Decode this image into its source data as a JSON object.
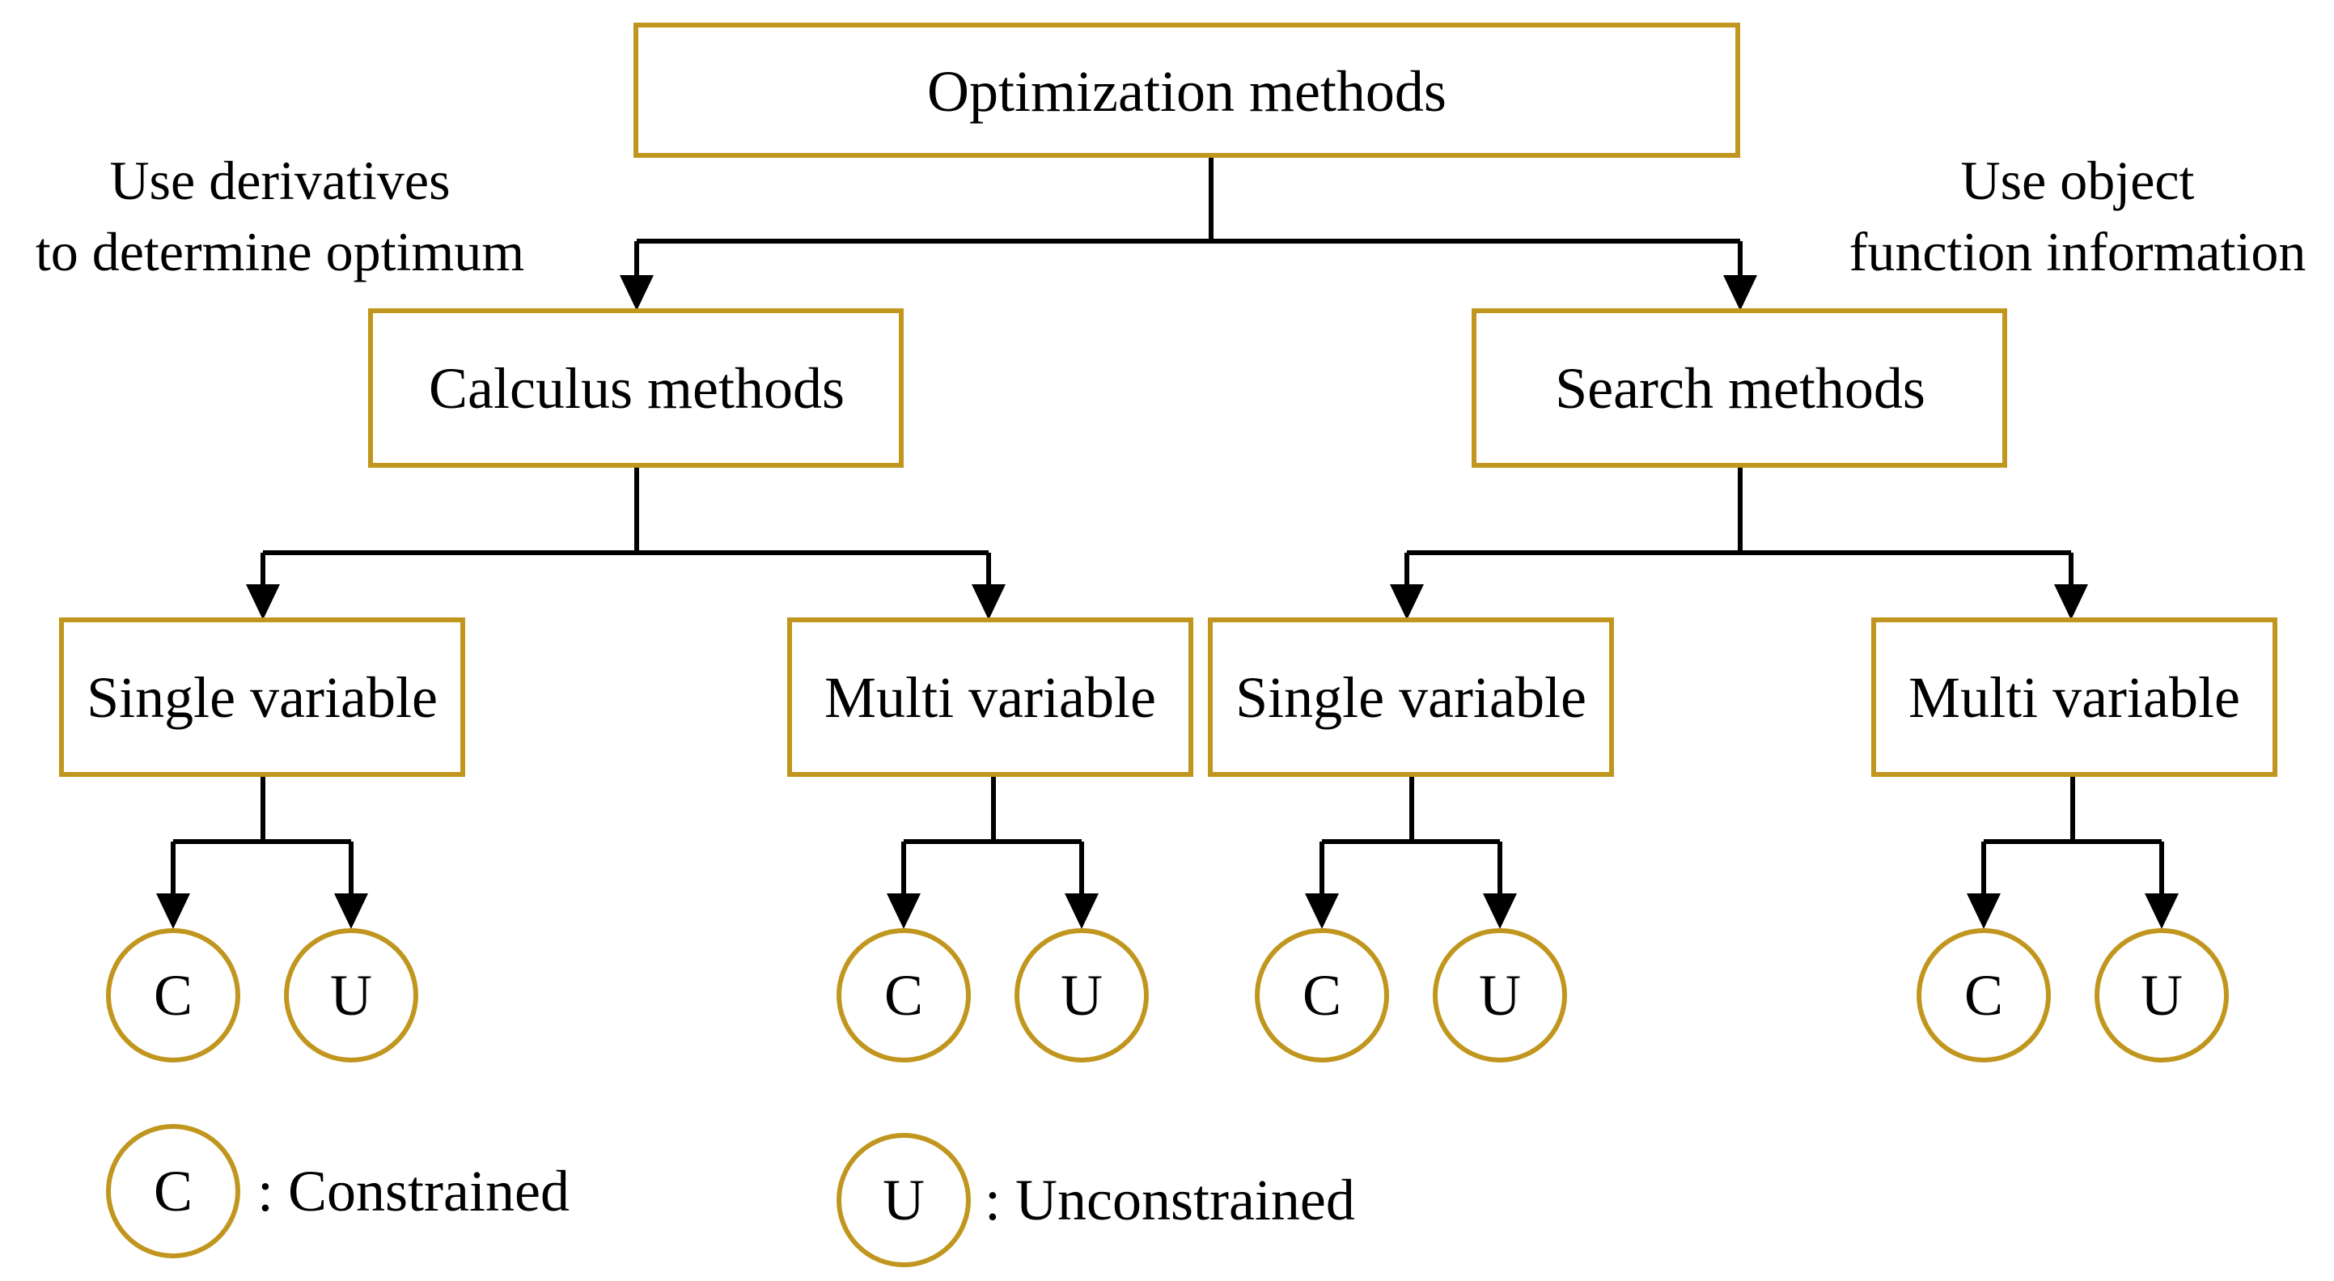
{
  "colors": {
    "box_border": "#C0961E",
    "connector": "#000000",
    "text": "#000000"
  },
  "root": {
    "label": "Optimization methods"
  },
  "branches": {
    "calculus": {
      "label": "Calculus methods",
      "annotation": [
        "Use derivatives",
        "to determine optimum"
      ],
      "children": {
        "single": {
          "label": "Single variable",
          "leaves": [
            "C",
            "U"
          ]
        },
        "multi": {
          "label": "Multi variable",
          "leaves": [
            "C",
            "U"
          ]
        }
      }
    },
    "search": {
      "label": "Search methods",
      "annotation": [
        "Use object",
        "function information"
      ],
      "children": {
        "single": {
          "label": "Single variable",
          "leaves": [
            "C",
            "U"
          ]
        },
        "multi": {
          "label": "Multi variable",
          "leaves": [
            "C",
            "U"
          ]
        }
      }
    }
  },
  "legend": {
    "constrained": {
      "symbol": "C",
      "text": ": Constrained"
    },
    "unconstrained": {
      "symbol": "U",
      "text": ": Unconstrained"
    }
  }
}
